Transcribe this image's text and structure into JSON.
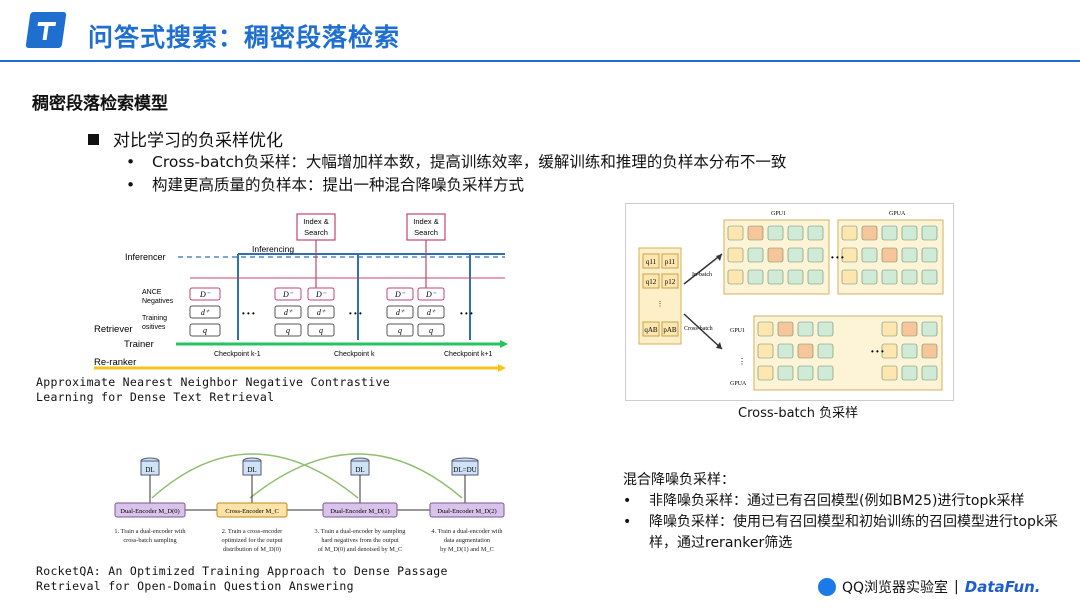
{
  "header": {
    "title": "问答式搜索：稠密段落检索"
  },
  "section_title": "稠密段落检索模型",
  "main_bullet": "对比学习的负采样优化",
  "sub_bullets": [
    "Cross-batch负采样：大幅增加样本数，提高训练效率，缓解训练和推理的负样本分布不一致",
    "构建更高质量的负样本：提出一种混合降噪负采样方式"
  ],
  "figure_ance": {
    "labels": {
      "inferencer": "Inferencer",
      "inferencing": "Inferencing",
      "ance_negatives": "ANCE",
      "negatives": "Negatives",
      "training": "Training",
      "positives": "ositives",
      "retriever": "Retriever",
      "trainer": "Trainer",
      "reranker": "Re-ranker",
      "index_search_line1": "Index &",
      "index_search_line2": "Search",
      "checkpoint_k_minus_1": "Checkpoint k-1",
      "checkpoint_k": "Checkpoint k",
      "checkpoint_k_plus_1": "Checkpoint k+1",
      "d_plus": "d⁺",
      "q": "q",
      "d_minus": "D⁻",
      "dots": "• • •"
    },
    "caption_line1": "Approximate Nearest Neighbor Negative Contrastive",
    "caption_line2": "Learning for Dense Text Retrieval"
  },
  "figure_rocketqa": {
    "db_labels": [
      "DL",
      "DL",
      "DL",
      "DL=DU"
    ],
    "stage_labels": [
      "Dual-Encoder M_D(0)",
      "Cross-Encoder M_C",
      "Dual-Encoder M_D(1)",
      "Dual-Encoder M_D(2)"
    ],
    "step_texts": [
      [
        "1. Train a dual-encoder with",
        "cross-batch sampling"
      ],
      [
        "2. Train a cross-encoder",
        "optimized for the output",
        "distribution of M_D(0)"
      ],
      [
        "3. Train a dual-encoder by sampling",
        "hard negatives from the output",
        "of M_D(0) and denoised by M_C"
      ],
      [
        "4. Train a dual-encoder with",
        "data augmentation",
        "by M_D(1) and M_C"
      ]
    ],
    "caption_line1": "RocketQA: An Optimized Training Approach to Dense Passage",
    "caption_line2": "Retrieval for Open-Domain Question Answering"
  },
  "figure_crossbatch": {
    "gpu_top_1": "GPU1",
    "gpu_top_a": "GPUA",
    "gpu_left_1": "GPU1",
    "gpu_left_a": "GPUA",
    "in_batch": "In-batch",
    "cross_batch": "Cross-batch",
    "queries": [
      "q11",
      "q12",
      "qAB"
    ],
    "passages": [
      "p11",
      "p12",
      "pAB"
    ],
    "caption": "Cross-batch 负采样"
  },
  "notes": {
    "heading": "混合降噪负采样：",
    "items": [
      "非降噪负采样：通过已有召回模型(例如BM25)进行topk采样",
      "降噪负采样：使用已有召回模型和初始训练的召回模型进行topk采样，通过reranker筛选"
    ]
  },
  "footer": {
    "brand1": "QQ浏览器实验室",
    "separator": "|",
    "brand2": "DataFun."
  },
  "colors": {
    "accent": "#1e6fd0",
    "green": "#22c55e",
    "yellow": "#f5c518",
    "pink": "#c2456a",
    "blue_line": "#2f6fb3"
  }
}
